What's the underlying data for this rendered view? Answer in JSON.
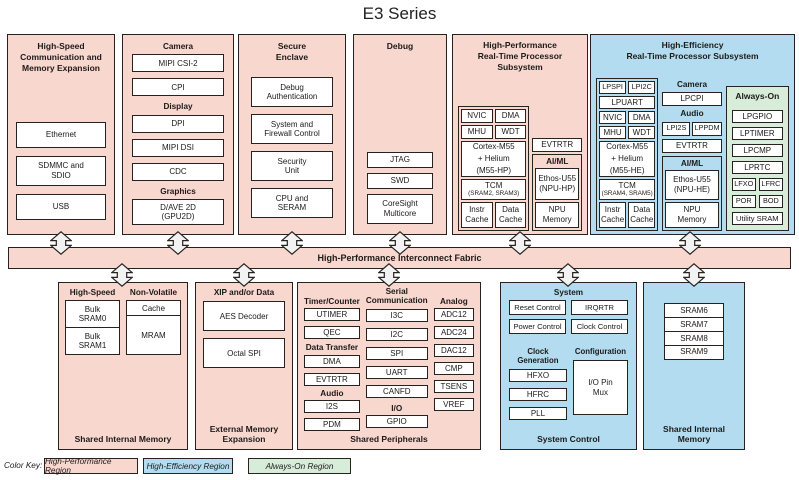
{
  "title": "E3 Series",
  "colors": {
    "high_performance": "#f8d7ce",
    "high_efficiency": "#b3dcf0",
    "always_on": "#d8ecda"
  },
  "fabric": {
    "label": "High-Performance Interconnect Fabric"
  },
  "hs_comm": {
    "title": "High-Speed\nCommunication and\nMemory Expansion",
    "items": [
      "Ethernet",
      "SDMMC and\nSDIO",
      "USB"
    ]
  },
  "multimedia": {
    "camera_hdr": "Camera",
    "camera_items": [
      "MIPI CSI-2",
      "CPI"
    ],
    "display_hdr": "Display",
    "display_items": [
      "DPI",
      "MIPI DSI",
      "CDC"
    ],
    "graphics_hdr": "Graphics",
    "graphics_items": [
      "D/AVE 2D\n(GPU2D)"
    ]
  },
  "secure": {
    "title": "Secure\nEnclave",
    "items": [
      "Debug\nAuthentication",
      "System and\nFirewall Control",
      "Security\nUnit",
      "CPU and\nSERAM"
    ]
  },
  "debug": {
    "title": "Debug",
    "items": [
      "JTAG",
      "SWD",
      "CoreSight\nMulticore"
    ]
  },
  "hp": {
    "title": "High-Performance\nReal-Time Processor Subsystem",
    "nvic": "NVIC",
    "dma": "DMA",
    "mhu": "MHU",
    "wdt": "WDT",
    "cortex": "Cortex-M55\n+ Helium\n(M55-HP)",
    "tcm": "TCM",
    "tcm_sub": "(SRAM2, SRAM3)",
    "instr_cache": "Instr\nCache",
    "data_cache": "Data\nCache",
    "evtrtr": "EVTRTR",
    "aiml_hdr": "AI/ML",
    "ethos": "Ethos-U55\n(NPU-HP)",
    "npu_mem": "NPU\nMemory"
  },
  "he": {
    "title": "High-Efficiency\nReal-Time Processor Subsystem",
    "lpspi": "LPSPI",
    "lpi2c": "LPI2C",
    "lpuart": "LPUART",
    "nvic": "NVIC",
    "dma": "DMA",
    "mhu": "MHU",
    "wdt": "WDT",
    "cortex": "Cortex-M55\n+ Helium\n(M55-HE)",
    "tcm": "TCM",
    "tcm_sub": "(SRAM4, SRAM5)",
    "instr_cache": "Instr\nCache",
    "data_cache": "Data\nCache",
    "camera_hdr": "Camera",
    "lpcpi": "LPCPI",
    "audio_hdr": "Audio",
    "lpi2s": "LPI2S",
    "lppdm": "LPPDM",
    "evtrtr": "EVTRTR",
    "aiml_hdr": "AI/ML",
    "ethos": "Ethos-U55\n(NPU-HE)",
    "npu_mem": "NPU\nMemory",
    "aon": {
      "hdr": "Always-On",
      "items": [
        "LPGPIO",
        "LPTIMER",
        "LPCMP",
        "LPRTC"
      ],
      "lfxo": "LFXO",
      "lfrc": "LFRC",
      "por": "POR",
      "bod": "BOD",
      "utility": "Utility SRAM"
    }
  },
  "shared_mem1": {
    "hs_hdr": "High-Speed",
    "hs_items": [
      "Bulk\nSRAM0",
      "Bulk\nSRAM1"
    ],
    "nv_hdr": "Non-Volatile",
    "nv_items": [
      "Cache",
      "MRAM"
    ],
    "title": "Shared Internal Memory"
  },
  "ext_mem": {
    "hdr": "XIP and/or Data",
    "items": [
      "AES Decoder",
      "Octal SPI"
    ],
    "title": "External Memory\nExpansion"
  },
  "periph": {
    "timer_hdr": "Timer/Counter",
    "timer_items": [
      "UTIMER",
      "QEC"
    ],
    "dt_hdr": "Data Transfer",
    "dt_items": [
      "DMA",
      "EVTRTR"
    ],
    "audio_hdr": "Audio",
    "audio_items": [
      "I2S",
      "PDM"
    ],
    "serial_hdr": "Serial\nCommunication",
    "serial_items": [
      "I3C",
      "I2C",
      "SPI",
      "UART",
      "CANFD"
    ],
    "io_hdr": "I/O",
    "io_items": [
      "GPIO"
    ],
    "analog_hdr": "Analog",
    "analog_items": [
      "ADC12",
      "ADC24",
      "DAC12",
      "CMP",
      "TSENS",
      "VREF"
    ],
    "title": "Shared Peripherals"
  },
  "sysctl": {
    "system_hdr": "System",
    "system_items": [
      "Reset Control",
      "IRQRTR",
      "Power Control",
      "Clock Control"
    ],
    "clkgen_hdr": "Clock Generation",
    "clkgen_items": [
      "HFXO",
      "HFRC",
      "PLL"
    ],
    "config_hdr": "Configuration",
    "config_items": [
      "I/O Pin\nMux"
    ],
    "title": "System Control"
  },
  "shared_mem2": {
    "items": [
      "SRAM6",
      "SRAM7",
      "SRAM8",
      "SRAM9"
    ],
    "title": "Shared Internal Memory"
  },
  "color_key": {
    "label": "Color Key:",
    "entries": [
      "High-Performance Region",
      "High-Efficiency Region",
      "Always-On Region"
    ]
  }
}
